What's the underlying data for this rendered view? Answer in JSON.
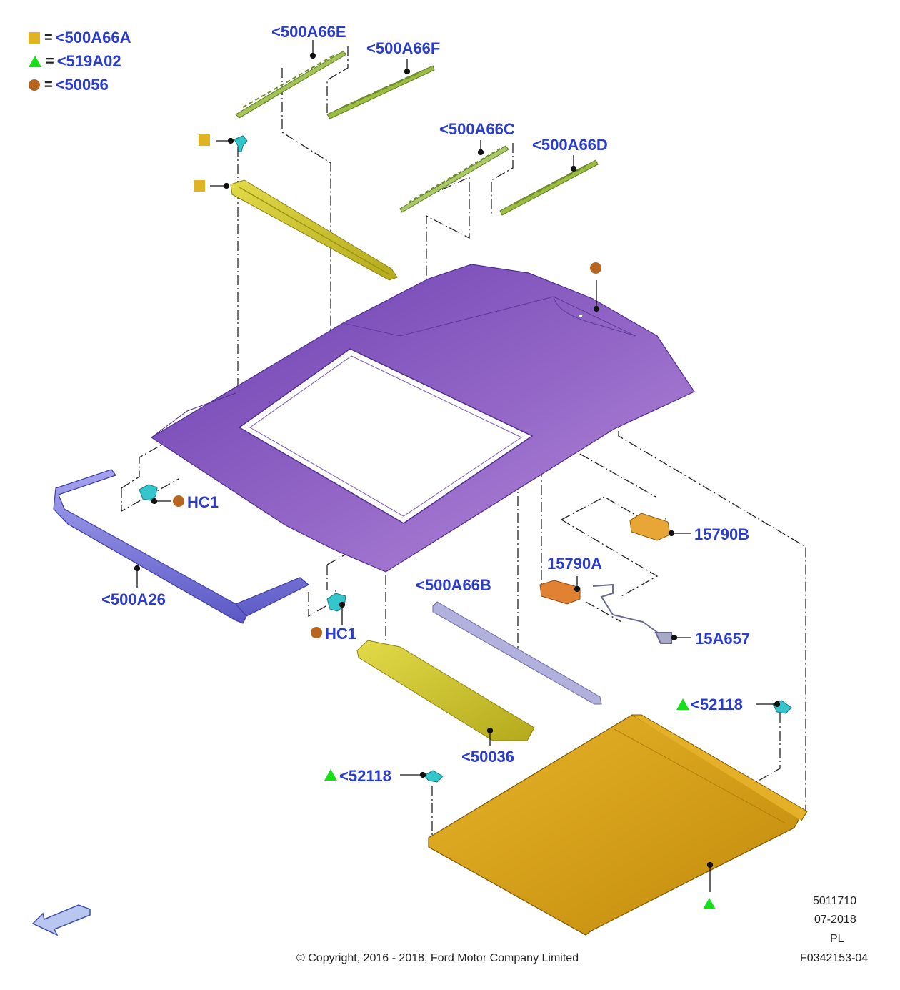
{
  "legend": [
    {
      "symbol": "square",
      "color": "#e0b323",
      "eq": "=",
      "code": "<500A66A"
    },
    {
      "symbol": "triangle",
      "color": "#18e018",
      "eq": "=",
      "code": "<519A02"
    },
    {
      "symbol": "circle",
      "color": "#b8661f",
      "eq": "=",
      "code": "<50056"
    }
  ],
  "labels": {
    "p500A66E": "<500A66E",
    "p500A66F": "<500A66F",
    "p500A66C": "<500A66C",
    "p500A66D": "<500A66D",
    "hc1_left": "HC1",
    "hc1_right": "HC1",
    "p500A26": "<500A26",
    "p15790B": "15790B",
    "p15790A": "15790A",
    "p500A66B": "<500A66B",
    "p15A657": "15A657",
    "p52118_right": "<52118",
    "p52118_left": "<52118",
    "p50036": "<50036"
  },
  "meta": {
    "doc_number": "5011710",
    "date": "07-2018",
    "lang": "PL",
    "figure": "F0342153-04",
    "copyright": "© Copyright, 2016 - 2018, Ford Motor Company Limited"
  },
  "colors": {
    "roof": "#8d5fc2",
    "frame": "#7b7ad6",
    "trim": "#cdc43a",
    "sunshade": "#d49d10",
    "seal": "#9cba4a",
    "clip": "#2fc3c9",
    "motor": "#e28b2e",
    "label": "#2a3ccf"
  }
}
